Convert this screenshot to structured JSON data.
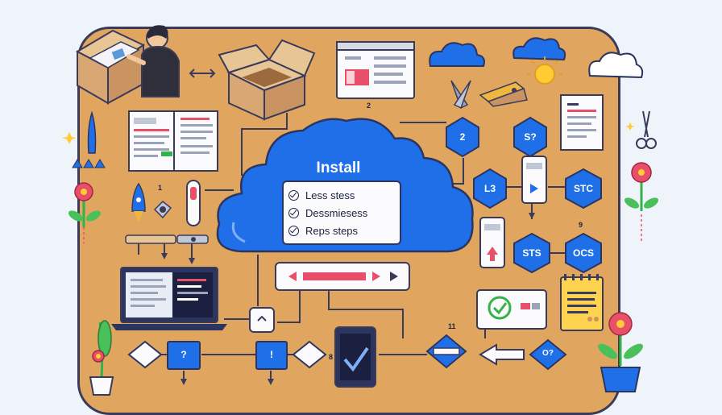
{
  "cloud": {
    "title": "Install"
  },
  "checklist": {
    "items": [
      "Less stess",
      "Dessmiesess",
      "Reps steps"
    ]
  },
  "hexagons": {
    "h1": "2",
    "h2": "S?",
    "h3": "L3",
    "h4": "STC",
    "h5": "STS",
    "h6": "OCS"
  },
  "diamonds": {
    "q1": "?",
    "q2": "!",
    "q3": "O?"
  },
  "numbers": {
    "n1": "2",
    "n2": "1",
    "n3": "9",
    "n4": "11",
    "n5": "8"
  },
  "colors": {
    "board": "#e0a660",
    "cloud": "#1f6fe8",
    "outline": "#2c3560",
    "hex": "#1f6fe8",
    "accent_red": "#e8506a",
    "green_check": "#34b24a"
  }
}
